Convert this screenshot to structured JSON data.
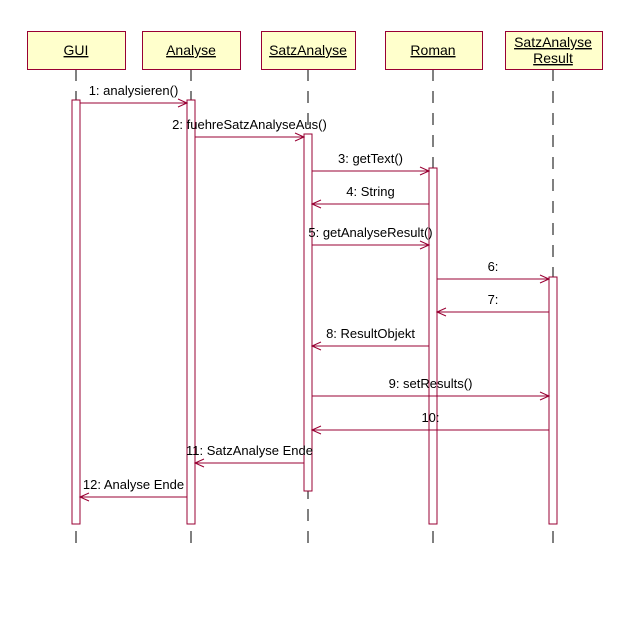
{
  "colors": {
    "object_fill": "#ffffcc",
    "object_stroke": "#990033",
    "lifeline": "#000000",
    "activation_stroke": "#990033",
    "message": "#990033",
    "text": "#000000"
  },
  "objects": [
    {
      "id": "gui",
      "lines": [
        "GUI"
      ]
    },
    {
      "id": "analyse",
      "lines": [
        "Analyse"
      ]
    },
    {
      "id": "satzanalyse",
      "lines": [
        "SatzAnalyse"
      ]
    },
    {
      "id": "roman",
      "lines": [
        "Roman"
      ]
    },
    {
      "id": "result",
      "lines": [
        "SatzAnalyse",
        "Result"
      ]
    }
  ],
  "messages": [
    {
      "num": 1,
      "label": "1: analysieren()",
      "from": "gui",
      "to": "analyse",
      "kind": "call"
    },
    {
      "num": 2,
      "label": "2: fuehreSatzAnalyseAus()",
      "from": "analyse",
      "to": "satzanalyse",
      "kind": "call"
    },
    {
      "num": 3,
      "label": "3: getText()",
      "from": "satzanalyse",
      "to": "roman",
      "kind": "call"
    },
    {
      "num": 4,
      "label": "4: String",
      "from": "roman",
      "to": "satzanalyse",
      "kind": "return"
    },
    {
      "num": 5,
      "label": "5: getAnalyseResult()",
      "from": "satzanalyse",
      "to": "roman",
      "kind": "call"
    },
    {
      "num": 6,
      "label": "6:",
      "from": "roman",
      "to": "result",
      "kind": "call"
    },
    {
      "num": 7,
      "label": "7:",
      "from": "result",
      "to": "roman",
      "kind": "return"
    },
    {
      "num": 8,
      "label": "8: ResultObjekt",
      "from": "roman",
      "to": "satzanalyse",
      "kind": "return"
    },
    {
      "num": 9,
      "label": "9: setResults()",
      "from": "satzanalyse",
      "to": "result",
      "kind": "call"
    },
    {
      "num": 10,
      "label": "10:",
      "from": "result",
      "to": "satzanalyse",
      "kind": "return"
    },
    {
      "num": 11,
      "label": "11: SatzAnalyse Ende",
      "from": "satzanalyse",
      "to": "analyse",
      "kind": "return"
    },
    {
      "num": 12,
      "label": "12: Analyse Ende",
      "from": "analyse",
      "to": "gui",
      "kind": "return"
    }
  ]
}
